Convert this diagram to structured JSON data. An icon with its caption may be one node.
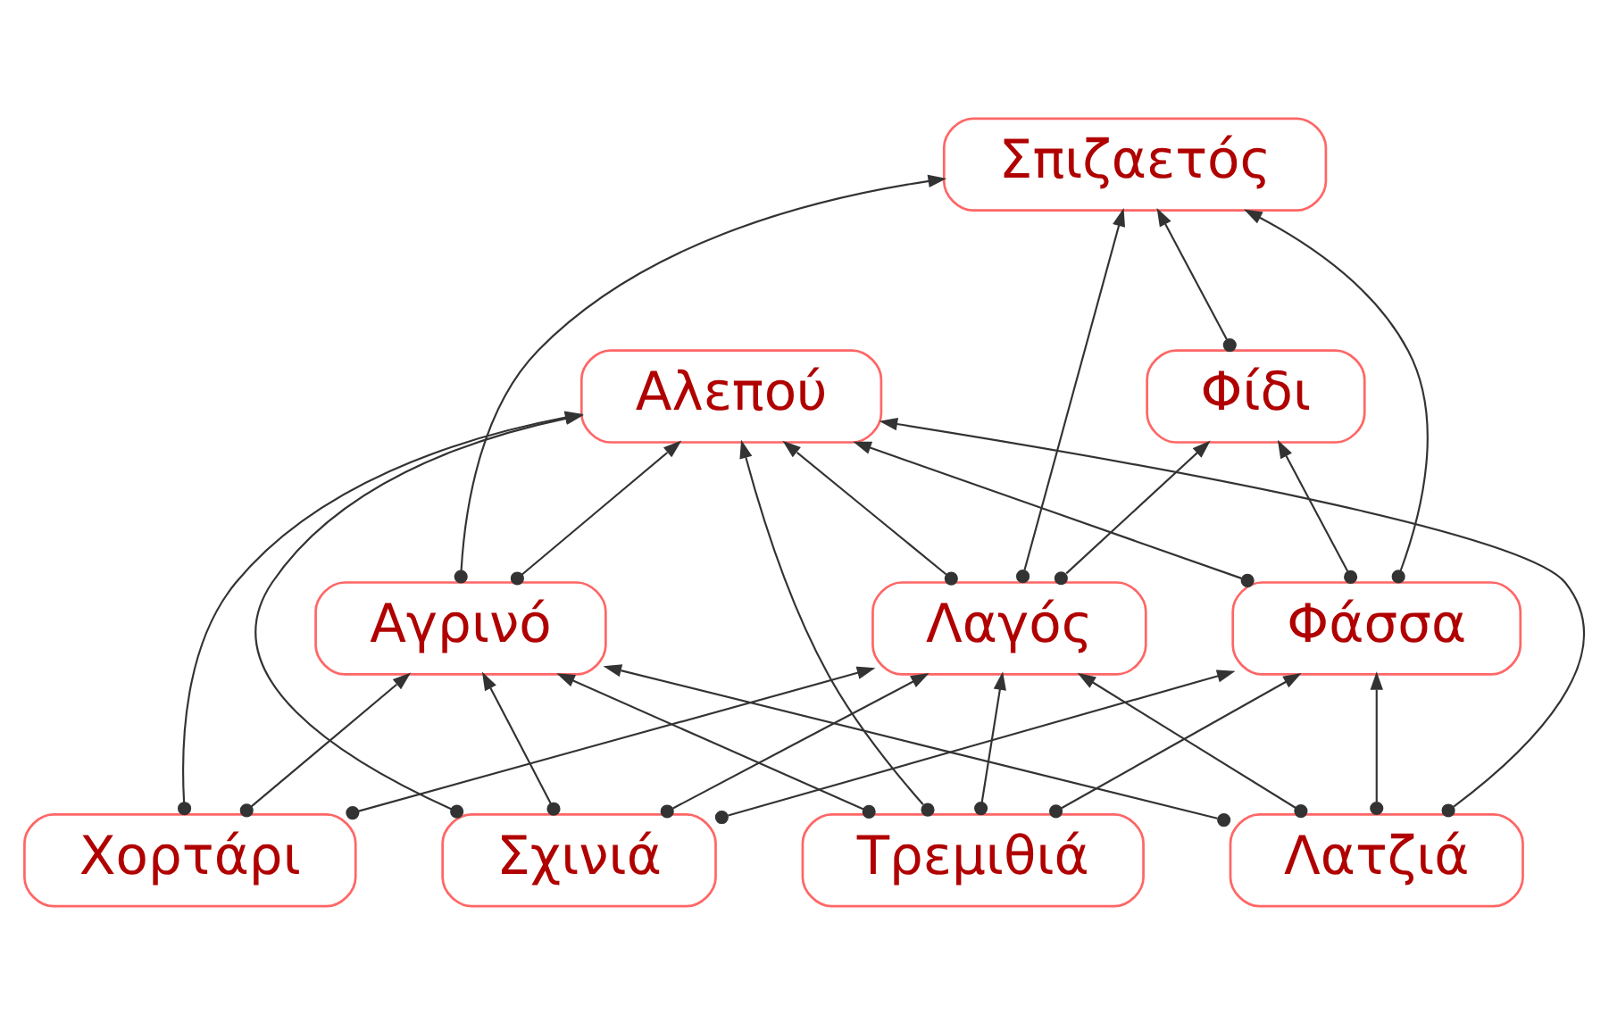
{
  "diagram": {
    "nodes": [
      {
        "text": [
          "Αλεπού"
        ]
      },
      {
        "text": [
          "Σπιζαετός"
        ]
      },
      {
        "text": [
          "Φίδι"
        ]
      },
      {
        "text": [
          "Αγρινό"
        ]
      },
      {
        "text": [
          "Λαγός"
        ]
      },
      {
        "text": [
          "Φάσσα"
        ]
      },
      {
        "text": [
          "Χορτάρι"
        ]
      },
      {
        "text": [
          "Λατζιά"
        ]
      },
      {
        "text": [
          "Σχινιά"
        ]
      },
      {
        "text": [
          "Τρεμιθιά"
        ]
      }
    ],
    "edges": [
      {
        "from": 6,
        "to": 0,
        "arrow": "to"
      },
      {
        "from": 3,
        "to": 0,
        "arrow": "to"
      },
      {
        "from": 7,
        "to": 0,
        "arrow": "to"
      },
      {
        "from": 8,
        "to": 0,
        "arrow": "to"
      },
      {
        "from": 4,
        "to": 0,
        "arrow": "to"
      },
      {
        "from": 9,
        "to": 0,
        "arrow": "to"
      },
      {
        "from": 5,
        "to": 0,
        "arrow": "to"
      },
      {
        "from": 3,
        "to": 1,
        "arrow": "to"
      },
      {
        "from": 4,
        "to": 1,
        "arrow": "to"
      },
      {
        "from": 2,
        "to": 1,
        "arrow": "to"
      },
      {
        "from": 5,
        "to": 1,
        "arrow": "to"
      },
      {
        "from": 4,
        "to": 2,
        "arrow": "to"
      },
      {
        "from": 5,
        "to": 2,
        "arrow": "to"
      },
      {
        "from": 6,
        "to": 3,
        "arrow": "to"
      },
      {
        "from": 6,
        "to": 4,
        "arrow": "to"
      },
      {
        "from": 7,
        "to": 3,
        "arrow": "to"
      },
      {
        "from": 7,
        "to": 4,
        "arrow": "to"
      },
      {
        "from": 7,
        "to": 5,
        "arrow": "to"
      },
      {
        "from": 8,
        "to": 3,
        "arrow": "to"
      },
      {
        "from": 8,
        "to": 4,
        "arrow": "to"
      },
      {
        "from": 8,
        "to": 5,
        "arrow": "to"
      },
      {
        "from": 9,
        "to": 3,
        "arrow": "to"
      },
      {
        "from": 9,
        "to": 4,
        "arrow": "to"
      },
      {
        "from": 9,
        "to": 5,
        "arrow": "to"
      }
    ]
  }
}
